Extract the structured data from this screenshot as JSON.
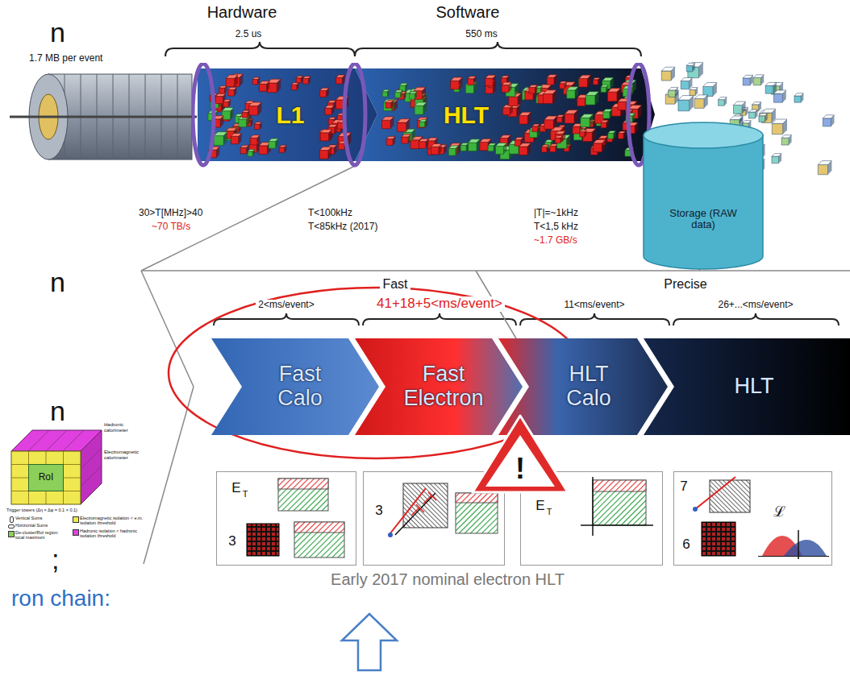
{
  "diagram": {
    "caption": "Early 2017 nominal electron HLT",
    "nodes": [
      {
        "text": [
          "L1"
        ]
      },
      {
        "text": [
          "HLT"
        ]
      },
      {
        "text": [
          "Storage (RAW data)"
        ]
      },
      {
        "text": [
          "Fast Calo"
        ]
      },
      {
        "text": [
          "Fast Electron"
        ]
      },
      {
        "text": [
          "HLT Calo"
        ]
      },
      {
        "text": [
          "HLT"
        ]
      },
      {
        "text": [
          "!"
        ]
      },
      {
        "text": [
          "E",
          "T",
          "3"
        ]
      },
      {
        "text": [
          "3"
        ]
      },
      {
        "text": [
          "E",
          "T"
        ]
      },
      {
        "text": [
          "7",
          "6",
          "ℒ"
        ]
      }
    ],
    "labels": [
      "Hardware",
      "2.5 us",
      "Software",
      "550 ms",
      "1.7 MB per event",
      "30>T[MHz]>40",
      "~70 TB/s",
      "T<100kHz",
      "T<85kHz (2017)",
      "|T|=~1kHz",
      "T<1,5 kHz",
      "~1.7 GB/s",
      "Fast",
      "Precise",
      "2<ms/event>",
      "41+18+5<ms/event>",
      "11<ms/event>",
      "26+...<ms/event>",
      "RoI",
      "Hadronic calorimeter",
      "Electromagnetic calorimeter",
      "Trigger towers (Δη × Δφ = 0.1 × 0.1)",
      "n",
      "n",
      "n",
      ";",
      "ron chain:"
    ],
    "legend": [
      {
        "text": "Vertical Sums"
      },
      {
        "text": "Horizontal Sums"
      },
      {
        "text": "De-cluster/RoI region: local maximum",
        "color": "#8ccf5a"
      },
      {
        "text": "Electromagnetic isolation < e.m. isolation threshold",
        "color": "#f0e850"
      },
      {
        "text": "Hadronic isolation < hadronic isolation threshold",
        "color": "#e040e0"
      }
    ]
  }
}
